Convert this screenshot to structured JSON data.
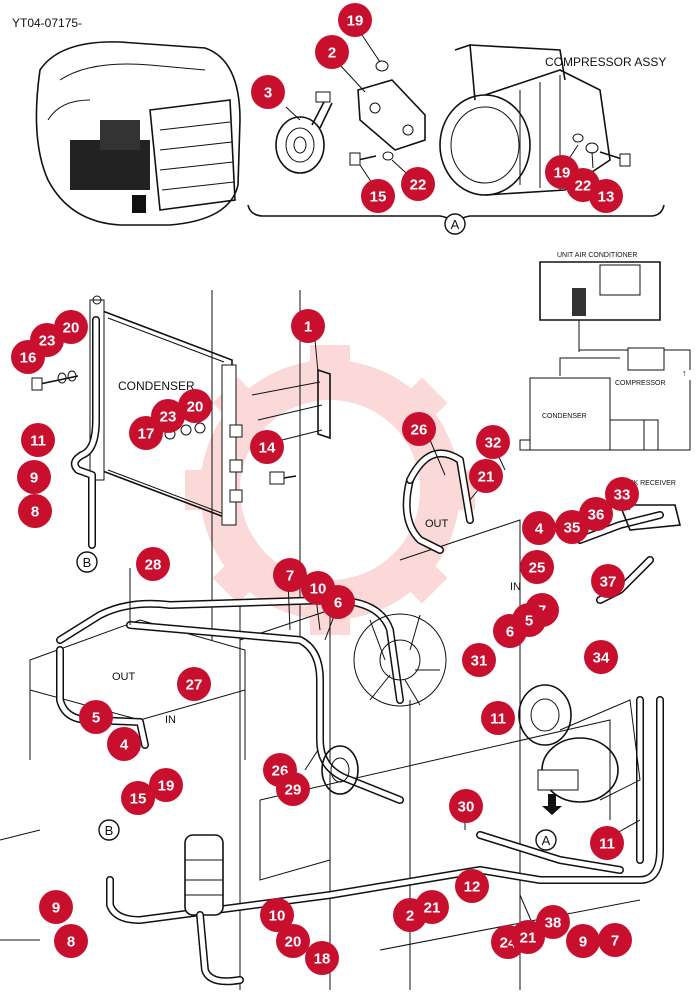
{
  "doc_code": "YT04-07175-",
  "labels": {
    "compressor_assy": "COMPRESSOR ASSY",
    "condenser_main": "CONDENSER",
    "out_top": "OUT",
    "in_top": "IN",
    "out_left": "OUT",
    "in_left": "IN",
    "ref_a_top": "A",
    "ref_a_bottom": "A",
    "ref_b_left": "B",
    "ref_b_bottom": "B"
  },
  "schematic": {
    "unit_air_conditioner": "UNIT AIR CONDITIONER",
    "compressor": "COMPRESSOR",
    "condenser": "CONDENSER",
    "tank_receiver": "TANK RECEIVER"
  },
  "callouts": [
    {
      "num": "19"
    },
    {
      "num": "2"
    },
    {
      "num": "3"
    },
    {
      "num": "15"
    },
    {
      "num": "22"
    },
    {
      "num": "19"
    },
    {
      "num": "22"
    },
    {
      "num": "13"
    },
    {
      "num": "1"
    },
    {
      "num": "23"
    },
    {
      "num": "20"
    },
    {
      "num": "16"
    },
    {
      "num": "23"
    },
    {
      "num": "20"
    },
    {
      "num": "17"
    },
    {
      "num": "14"
    },
    {
      "num": "11"
    },
    {
      "num": "9"
    },
    {
      "num": "8"
    },
    {
      "num": "26"
    },
    {
      "num": "32"
    },
    {
      "num": "21"
    },
    {
      "num": "4"
    },
    {
      "num": "25"
    },
    {
      "num": "33"
    },
    {
      "num": "36"
    },
    {
      "num": "35"
    },
    {
      "num": "37"
    },
    {
      "num": "28"
    },
    {
      "num": "7"
    },
    {
      "num": "10"
    },
    {
      "num": "6"
    },
    {
      "num": "27"
    },
    {
      "num": "5"
    },
    {
      "num": "4"
    },
    {
      "num": "7"
    },
    {
      "num": "5"
    },
    {
      "num": "6"
    },
    {
      "num": "34"
    },
    {
      "num": "31"
    },
    {
      "num": "11"
    },
    {
      "num": "26"
    },
    {
      "num": "29"
    },
    {
      "num": "15"
    },
    {
      "num": "19"
    },
    {
      "num": "30"
    },
    {
      "num": "11"
    },
    {
      "num": "12"
    },
    {
      "num": "9"
    },
    {
      "num": "8"
    },
    {
      "num": "10"
    },
    {
      "num": "20"
    },
    {
      "num": "18"
    },
    {
      "num": "2"
    },
    {
      "num": "21"
    },
    {
      "num": "24"
    },
    {
      "num": "21"
    },
    {
      "num": "38"
    },
    {
      "num": "9"
    },
    {
      "num": "7"
    }
  ]
}
